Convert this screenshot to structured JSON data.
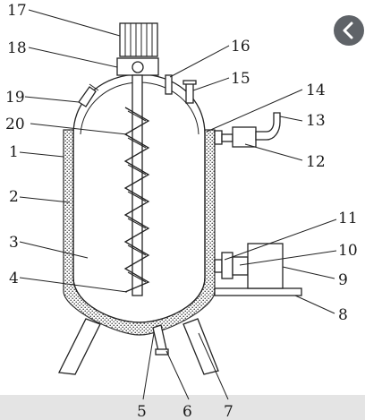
{
  "labels": {
    "l1": "1",
    "l2": "2",
    "l3": "3",
    "l4": "4",
    "l5": "5",
    "l6": "6",
    "l7": "7",
    "l8": "8",
    "l9": "9",
    "l10": "10",
    "l11": "11",
    "l12": "12",
    "l13": "13",
    "l14": "14",
    "l15": "15",
    "l16": "16",
    "l17": "17",
    "l18": "18",
    "l19": "19",
    "l20": "20"
  },
  "nav": {
    "back_icon": "chevron-left-icon"
  },
  "colors": {
    "line": "#222222",
    "background": "#ffffff",
    "button": "#5f6368"
  }
}
